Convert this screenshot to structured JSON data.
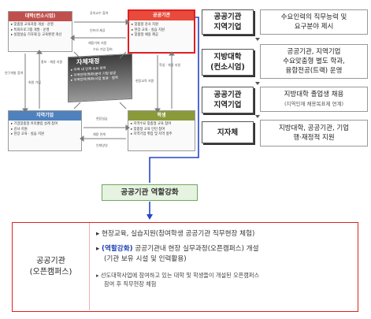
{
  "diagram": {
    "university": {
      "title": "대학(컨소시엄)",
      "items": [
        "맞춤형 교육과정 개설 · 운영",
        "특화프로그램 개발 · 운영",
        "실험실습 기자재 등 교육환경 개선"
      ]
    },
    "public_org": {
      "title": "공공기관",
      "items": [
        "맞춤형 강사 지원",
        "현장 교육 · 실습 지원",
        "맞춤형 채용 제공"
      ]
    },
    "local_company": {
      "title": "지역기업",
      "items": [
        "기업맞춤형 커리큘럼 설계 참여",
        "강사 지원",
        "현장 교육 · 실습 지원"
      ]
    },
    "student": {
      "title": "학생",
      "items": [
        "지역수요 맞춤형 교육 참여",
        "맞춤형 교육 인턴 참여",
        "지역기업 취업 및 지역 정주"
      ]
    },
    "center": {
      "title": "자체재정",
      "items": [
        "지역 내 인재 수요 파악",
        "지역전략(특화)분야 기업 발굴",
        "지역전략(특화)사업 발굴 · 협력"
      ]
    },
    "flows": {
      "top": [
        "강의교수 참여",
        "인프라 제공",
        "채용기회 지원",
        "수요 기업 참여"
      ],
      "left": [
        "연구개발 참여",
        "회원 가입",
        "홍보 · 채용 지원"
      ],
      "right": [
        "현장교육 지원",
        "학생 · 채용 지원"
      ],
      "bottom": [
        "현장실습",
        "채용 연계",
        "인재양성"
      ]
    }
  },
  "roles": [
    {
      "label": [
        "공공기관",
        "지역기업"
      ],
      "desc": [
        "수요인력의 직무능력 및",
        "요구분야 제시"
      ],
      "note": ""
    },
    {
      "label": [
        "지방대학",
        "(컨소시엄)"
      ],
      "desc": [
        "공공기관, 지역기업",
        "수요맞춤형 별도 학과,",
        "융합전공(트랙) 운영"
      ],
      "note": ""
    },
    {
      "label": [
        "공공기관",
        "지역기업"
      ],
      "desc": [
        "지방대학 졸업생 채용"
      ],
      "note": "(지역인재 채용목표제 연계)"
    },
    {
      "label": [
        "지자체"
      ],
      "desc": [
        "지방대학, 공공기관, 기업",
        "행·재정적 지원"
      ],
      "note": ""
    }
  ],
  "center_banner": "공공기관 역할강화",
  "open_campus": {
    "title": [
      "공공기관",
      "(오픈캠퍼스)"
    ],
    "b1": "현장교육, 실습지원(참여학생 공공기관 직무현장 체험)",
    "b2_tag": "(역할강화)",
    "b2_rest": " 공공기관내 현장 실무과정(오픈캠퍼스) 개설",
    "b2_sub": "(기관 보유 시설 및 인력활용)",
    "b3": "선도대학사업에 참여하고 있는 대학 및 학생들이 개설된 오픈캠퍼스",
    "b3_sub": "참여 후 직무현장 체험"
  },
  "colors": {
    "university": "#c0504d",
    "public_org": "#e84a3c",
    "local_company": "#4f81bd",
    "student": "#8a9a3a",
    "highlight": "#e02020",
    "connector": "#2445c8"
  }
}
